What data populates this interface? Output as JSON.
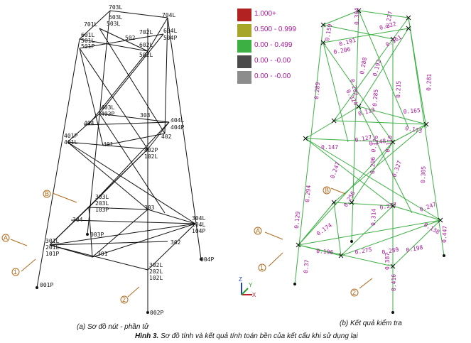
{
  "figure": {
    "caption_bold": "Hình 3.",
    "caption_text": " Sơ đồ tính và kết quả tính toán bền của kết cấu khi sử dụng lại",
    "panel_a_caption": "(a) Sơ đồ nút - phần tử",
    "panel_b_caption": "(b) Kết quả kiểm tra"
  },
  "legend": {
    "rows": [
      {
        "label": "1.000+",
        "color": "#b22222"
      },
      {
        "label": "0.500 - 0.999",
        "color": "#a8a628"
      },
      {
        "label": "0.00 - 0.499",
        "color": "#3cb043"
      },
      {
        "label": "0.00 - -0.00",
        "color": "#4a4a4a"
      },
      {
        "label": "0.00 - -0.00",
        "color": "#8c8c8c"
      }
    ]
  },
  "axis_circles": [
    "A",
    "B",
    "1",
    "2"
  ],
  "axis_triad": {
    "z": "Z",
    "y": "Y",
    "x": "X"
  },
  "nodes_a": {
    "n703L": "703L",
    "n603L": "603L",
    "n503L": "503L",
    "n704L": "704L",
    "n701L": "701L",
    "n702L": "702L",
    "n604L": "604L",
    "n504P": "504P",
    "n601L": "601L",
    "n501L": "501L",
    "n501P": "501P",
    "n502": "502",
    "n602L": "602L",
    "n502L": "502L",
    "n403L": "403L",
    "n403P": "403P",
    "n303": "303",
    "n404": "404",
    "n404L": "404L",
    "n404P": "404P",
    "n402": "402",
    "n401P": "401P",
    "n401L": "401L",
    "n401": "401",
    "n402P": "402P",
    "n102L": "102L",
    "n303L": "303L",
    "n203L": "203L",
    "n103P": "103P",
    "n003P": "003P",
    "n304": "304",
    "n303b": "303",
    "n304L": "304L",
    "n204L": "204L",
    "n104P": "104P",
    "n301L": "301L",
    "n201L": "201L",
    "n101P": "101P",
    "n301": "301",
    "n302": "302",
    "n004P": "004P",
    "n001P": "001P",
    "n302L": "302L",
    "n202L": "202L",
    "n102L2": "102L",
    "n002P": "002P"
  },
  "ratios_b": {
    "r1": "0.304",
    "r2": "0.222",
    "r3": "0.227",
    "r4": "0.159",
    "r5": "0.191",
    "r6": "0.161",
    "r7": "0.206",
    "r8": "0.288",
    "r9": "0.202",
    "r10": "0.192",
    "r11": "0.215",
    "r12": "0.281",
    "r13": "0.289",
    "r14": "0.324",
    "r15": "0.285",
    "r16": "0.165",
    "r17": "0.113",
    "r18": "0.173",
    "r19": "0.147",
    "r20": "0.127",
    "r21": "0.148",
    "r22": "0.176",
    "r23": "0.110",
    "r24": "0.327",
    "r25": "0.296",
    "r26": "0.247",
    "r27": "0.294",
    "r28": "0.256",
    "r29": "0.305",
    "r30": "0.277",
    "r31": "0.247",
    "r32": "0.314",
    "r33": "0.174",
    "r34": "0.138",
    "r35": "0.447",
    "r36": "0.196",
    "r37": "0.275",
    "r38": "0.289",
    "r39": "0.198",
    "r40": "0.37",
    "r41": "0.416",
    "r42": "0.387",
    "r43": "0.129"
  }
}
